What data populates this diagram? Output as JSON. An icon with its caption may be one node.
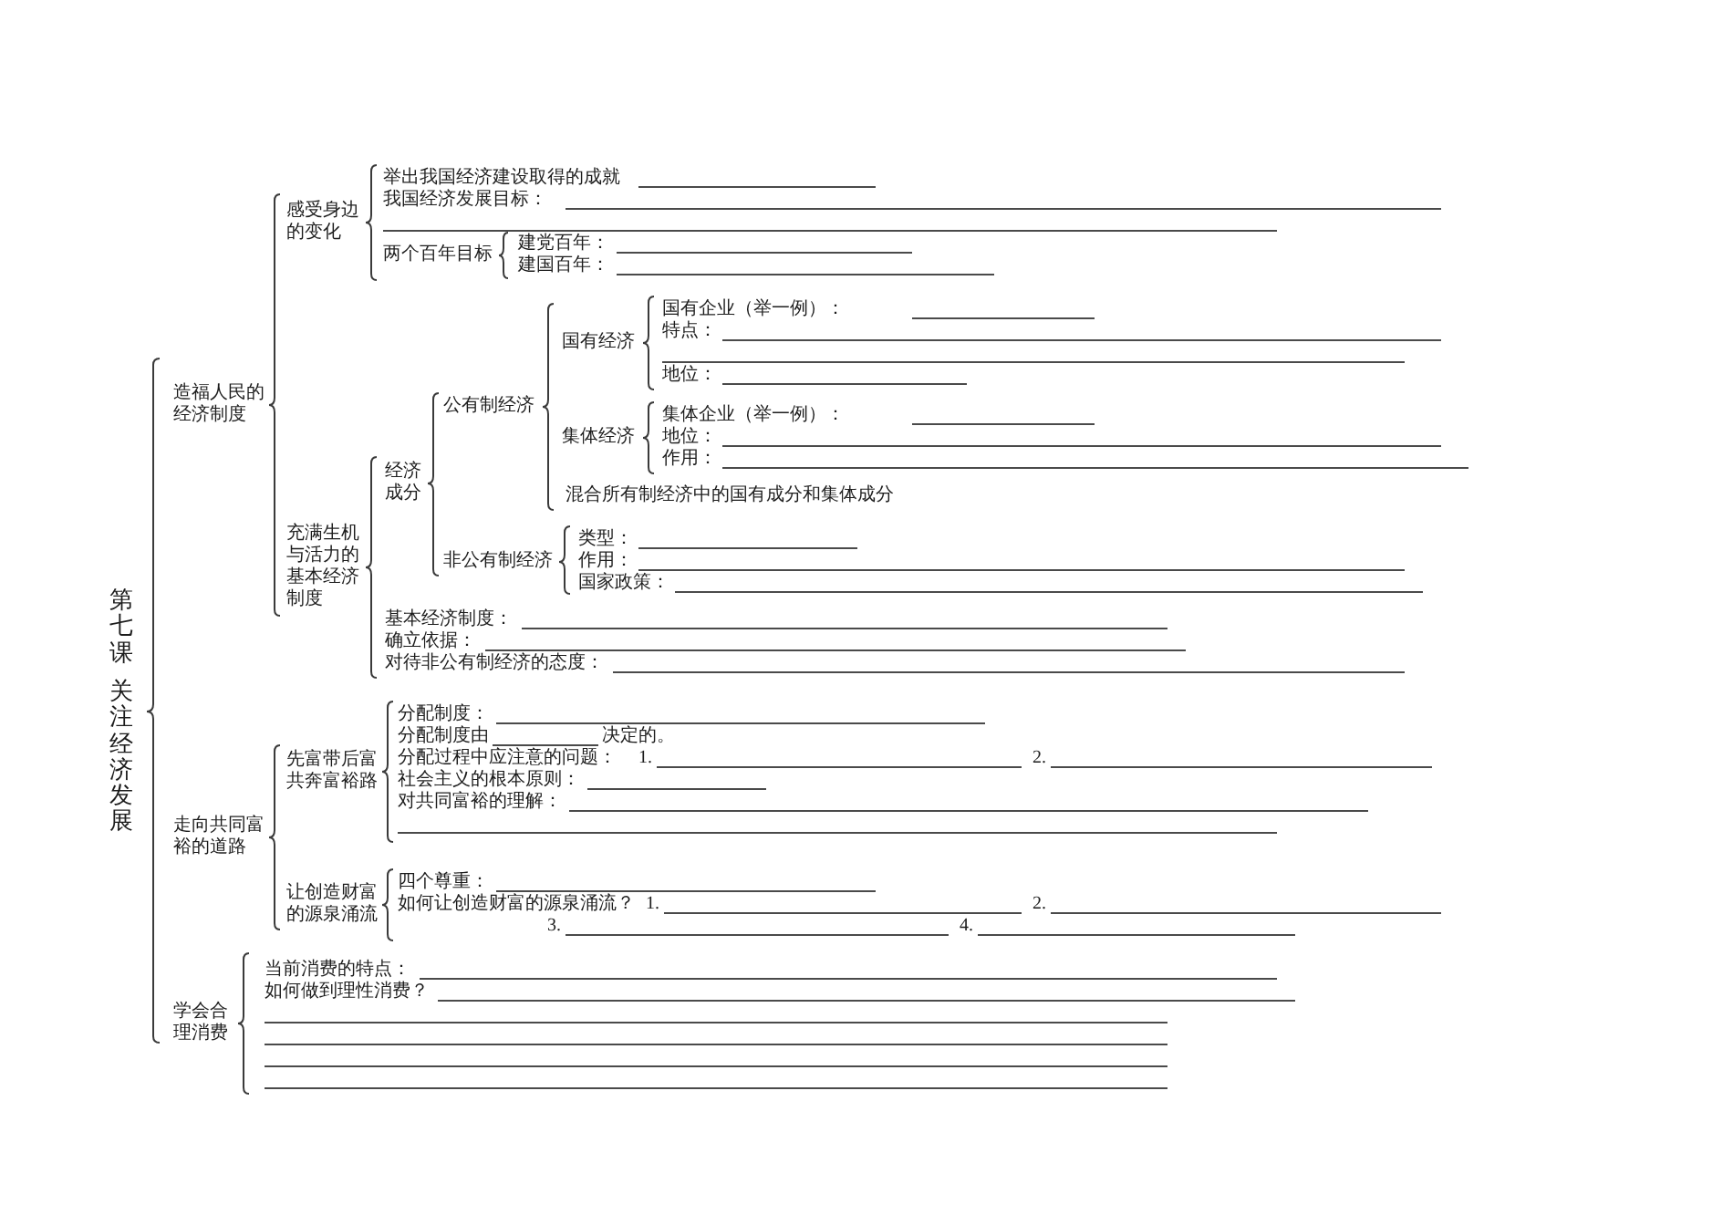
{
  "diagram": {
    "title": "第七课",
    "labels": [
      "关注经济发展",
      "造福人民的经济制度",
      "感受身边的变化",
      "举出我国经济建设取得的成就",
      "我国经济发展目标：",
      "两个百年目标",
      "建党百年：",
      "建国百年：",
      "充满生机与活力的基本经济制度",
      "经济成分",
      "公有制经济",
      "国有经济",
      "国有企业（举一例）：",
      "特点：",
      "地位：",
      "集体经济",
      "集体企业（举一例）：",
      "地位：",
      "作用：",
      "混合所有制经济中的国有成分和集体成分",
      "非公有制经济",
      "类型：",
      "作用：",
      "国家政策：",
      "基本经济制度：",
      "确立依据：",
      "对待非公有制经济的态度：",
      "走向共同富裕的道路",
      "先富带后富共奔富裕路",
      "分配制度：",
      "分配制度由",
      "决定的。",
      "分配过程中应注意的问题：",
      "1.",
      "2.",
      "社会主义的根本原则：",
      "对共同富裕的理解：",
      "让创造财富的源泉涌流",
      "四个尊重：",
      "如何让创造财富的源泉涌流？",
      "1.",
      "2.",
      "3.",
      "4.",
      "学会合理消费",
      "当前消费的特点：",
      "如何做到理性消费？"
    ]
  }
}
